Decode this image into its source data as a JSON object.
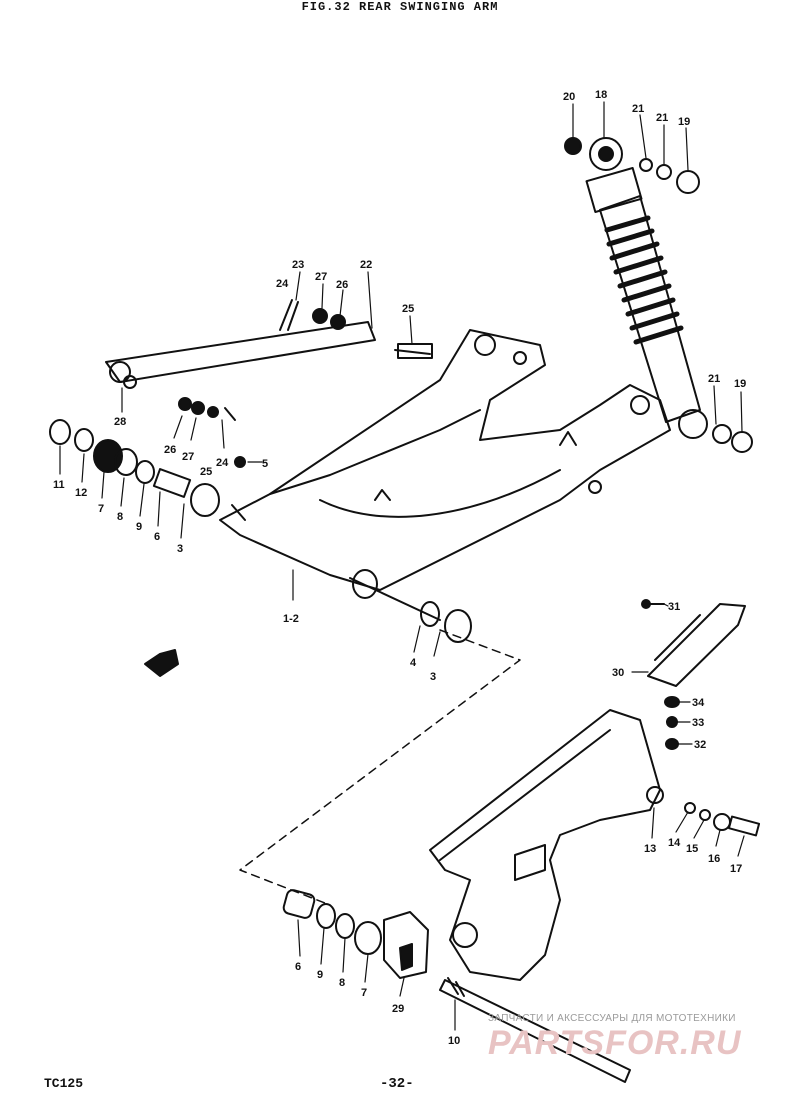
{
  "header": {
    "title": "FIG.32  REAR SWINGING ARM"
  },
  "footer": {
    "page_number": "-32-",
    "model_code": "TC125"
  },
  "watermark": {
    "tagline": "ЗАПЧАСТИ И АКСЕССУАРЫ ДЛЯ МОТОТЕХНИКИ",
    "logo": "PARTSFOR.RU"
  },
  "callouts": [
    {
      "id": "c20a",
      "text": "20"
    },
    {
      "id": "c18a",
      "text": "18"
    },
    {
      "id": "c21a",
      "text": "21"
    },
    {
      "id": "c21b",
      "text": "21"
    },
    {
      "id": "c19a",
      "text": "19"
    },
    {
      "id": "c23a",
      "text": "23"
    },
    {
      "id": "c27a",
      "text": "27"
    },
    {
      "id": "c24a",
      "text": "24"
    },
    {
      "id": "c26a",
      "text": "26"
    },
    {
      "id": "c22",
      "text": "22"
    },
    {
      "id": "c25a",
      "text": "25"
    },
    {
      "id": "c28",
      "text": "28"
    },
    {
      "id": "c26b",
      "text": "26"
    },
    {
      "id": "c27b",
      "text": "27"
    },
    {
      "id": "c25b",
      "text": "25"
    },
    {
      "id": "c24b",
      "text": "24"
    },
    {
      "id": "c5",
      "text": "5"
    },
    {
      "id": "c21c",
      "text": "21"
    },
    {
      "id": "c19b",
      "text": "19"
    },
    {
      "id": "c11",
      "text": "11"
    },
    {
      "id": "c12",
      "text": "12"
    },
    {
      "id": "c7a",
      "text": "7"
    },
    {
      "id": "c8a",
      "text": "8"
    },
    {
      "id": "c9a",
      "text": "9"
    },
    {
      "id": "c6a",
      "text": "6"
    },
    {
      "id": "c3a",
      "text": "3"
    },
    {
      "id": "c1_2",
      "text": "1-2"
    },
    {
      "id": "c4",
      "text": "4"
    },
    {
      "id": "c3b",
      "text": "3"
    },
    {
      "id": "c31",
      "text": "31"
    },
    {
      "id": "c30",
      "text": "30"
    },
    {
      "id": "c34",
      "text": "34"
    },
    {
      "id": "c33",
      "text": "33"
    },
    {
      "id": "c32",
      "text": "32"
    },
    {
      "id": "c13",
      "text": "13"
    },
    {
      "id": "c14",
      "text": "14"
    },
    {
      "id": "c15",
      "text": "15"
    },
    {
      "id": "c16",
      "text": "16"
    },
    {
      "id": "c17",
      "text": "17"
    },
    {
      "id": "c6b",
      "text": "6"
    },
    {
      "id": "c9b",
      "text": "9"
    },
    {
      "id": "c8b",
      "text": "8"
    },
    {
      "id": "c7b",
      "text": "7"
    },
    {
      "id": "c29",
      "text": "29"
    },
    {
      "id": "c10",
      "text": "10"
    }
  ]
}
